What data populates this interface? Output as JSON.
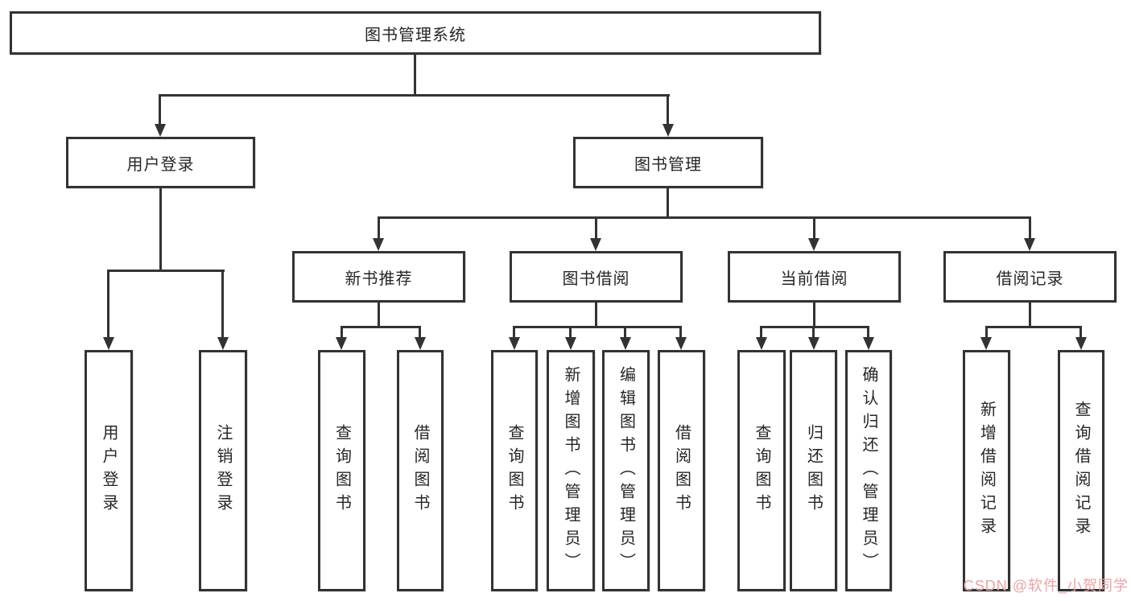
{
  "colors": {
    "line": "#333333",
    "box_border": "#333333",
    "box_fill": "#ffffff",
    "text": "#262626",
    "watermark": "#efa2a2",
    "background": "#ffffff"
  },
  "nodes": {
    "root": {
      "label": "图书管理系统"
    },
    "user_login": {
      "label": "用户登录"
    },
    "book_management": {
      "label": "图书管理"
    },
    "new_book_recommend": {
      "label": "新书推荐"
    },
    "book_borrow": {
      "label": "图书借阅"
    },
    "current_borrow": {
      "label": "当前借阅"
    },
    "borrow_records": {
      "label": "借阅记录"
    }
  },
  "leaves": {
    "user_login": {
      "label": "用户登录"
    },
    "logout": {
      "label": "注销登录"
    },
    "query_books_1": {
      "label": "查询图书"
    },
    "borrow_books_1": {
      "label": "借阅图书"
    },
    "query_books_2": {
      "label": "查询图书"
    },
    "add_books_admin": {
      "label": "新增图书（管理员）"
    },
    "edit_books_admin": {
      "label": "编辑图书（管理员）"
    },
    "borrow_books_2": {
      "label": "借阅图书"
    },
    "query_books_3": {
      "label": "查询图书"
    },
    "return_books": {
      "label": "归还图书"
    },
    "confirm_return_admin": {
      "label": "确认归还（管理员）"
    },
    "add_borrow_record": {
      "label": "新增借阅记录"
    },
    "query_borrow_record": {
      "label": "查询借阅记录"
    }
  },
  "watermark": {
    "text": "CSDN @软件_小贺同学"
  }
}
